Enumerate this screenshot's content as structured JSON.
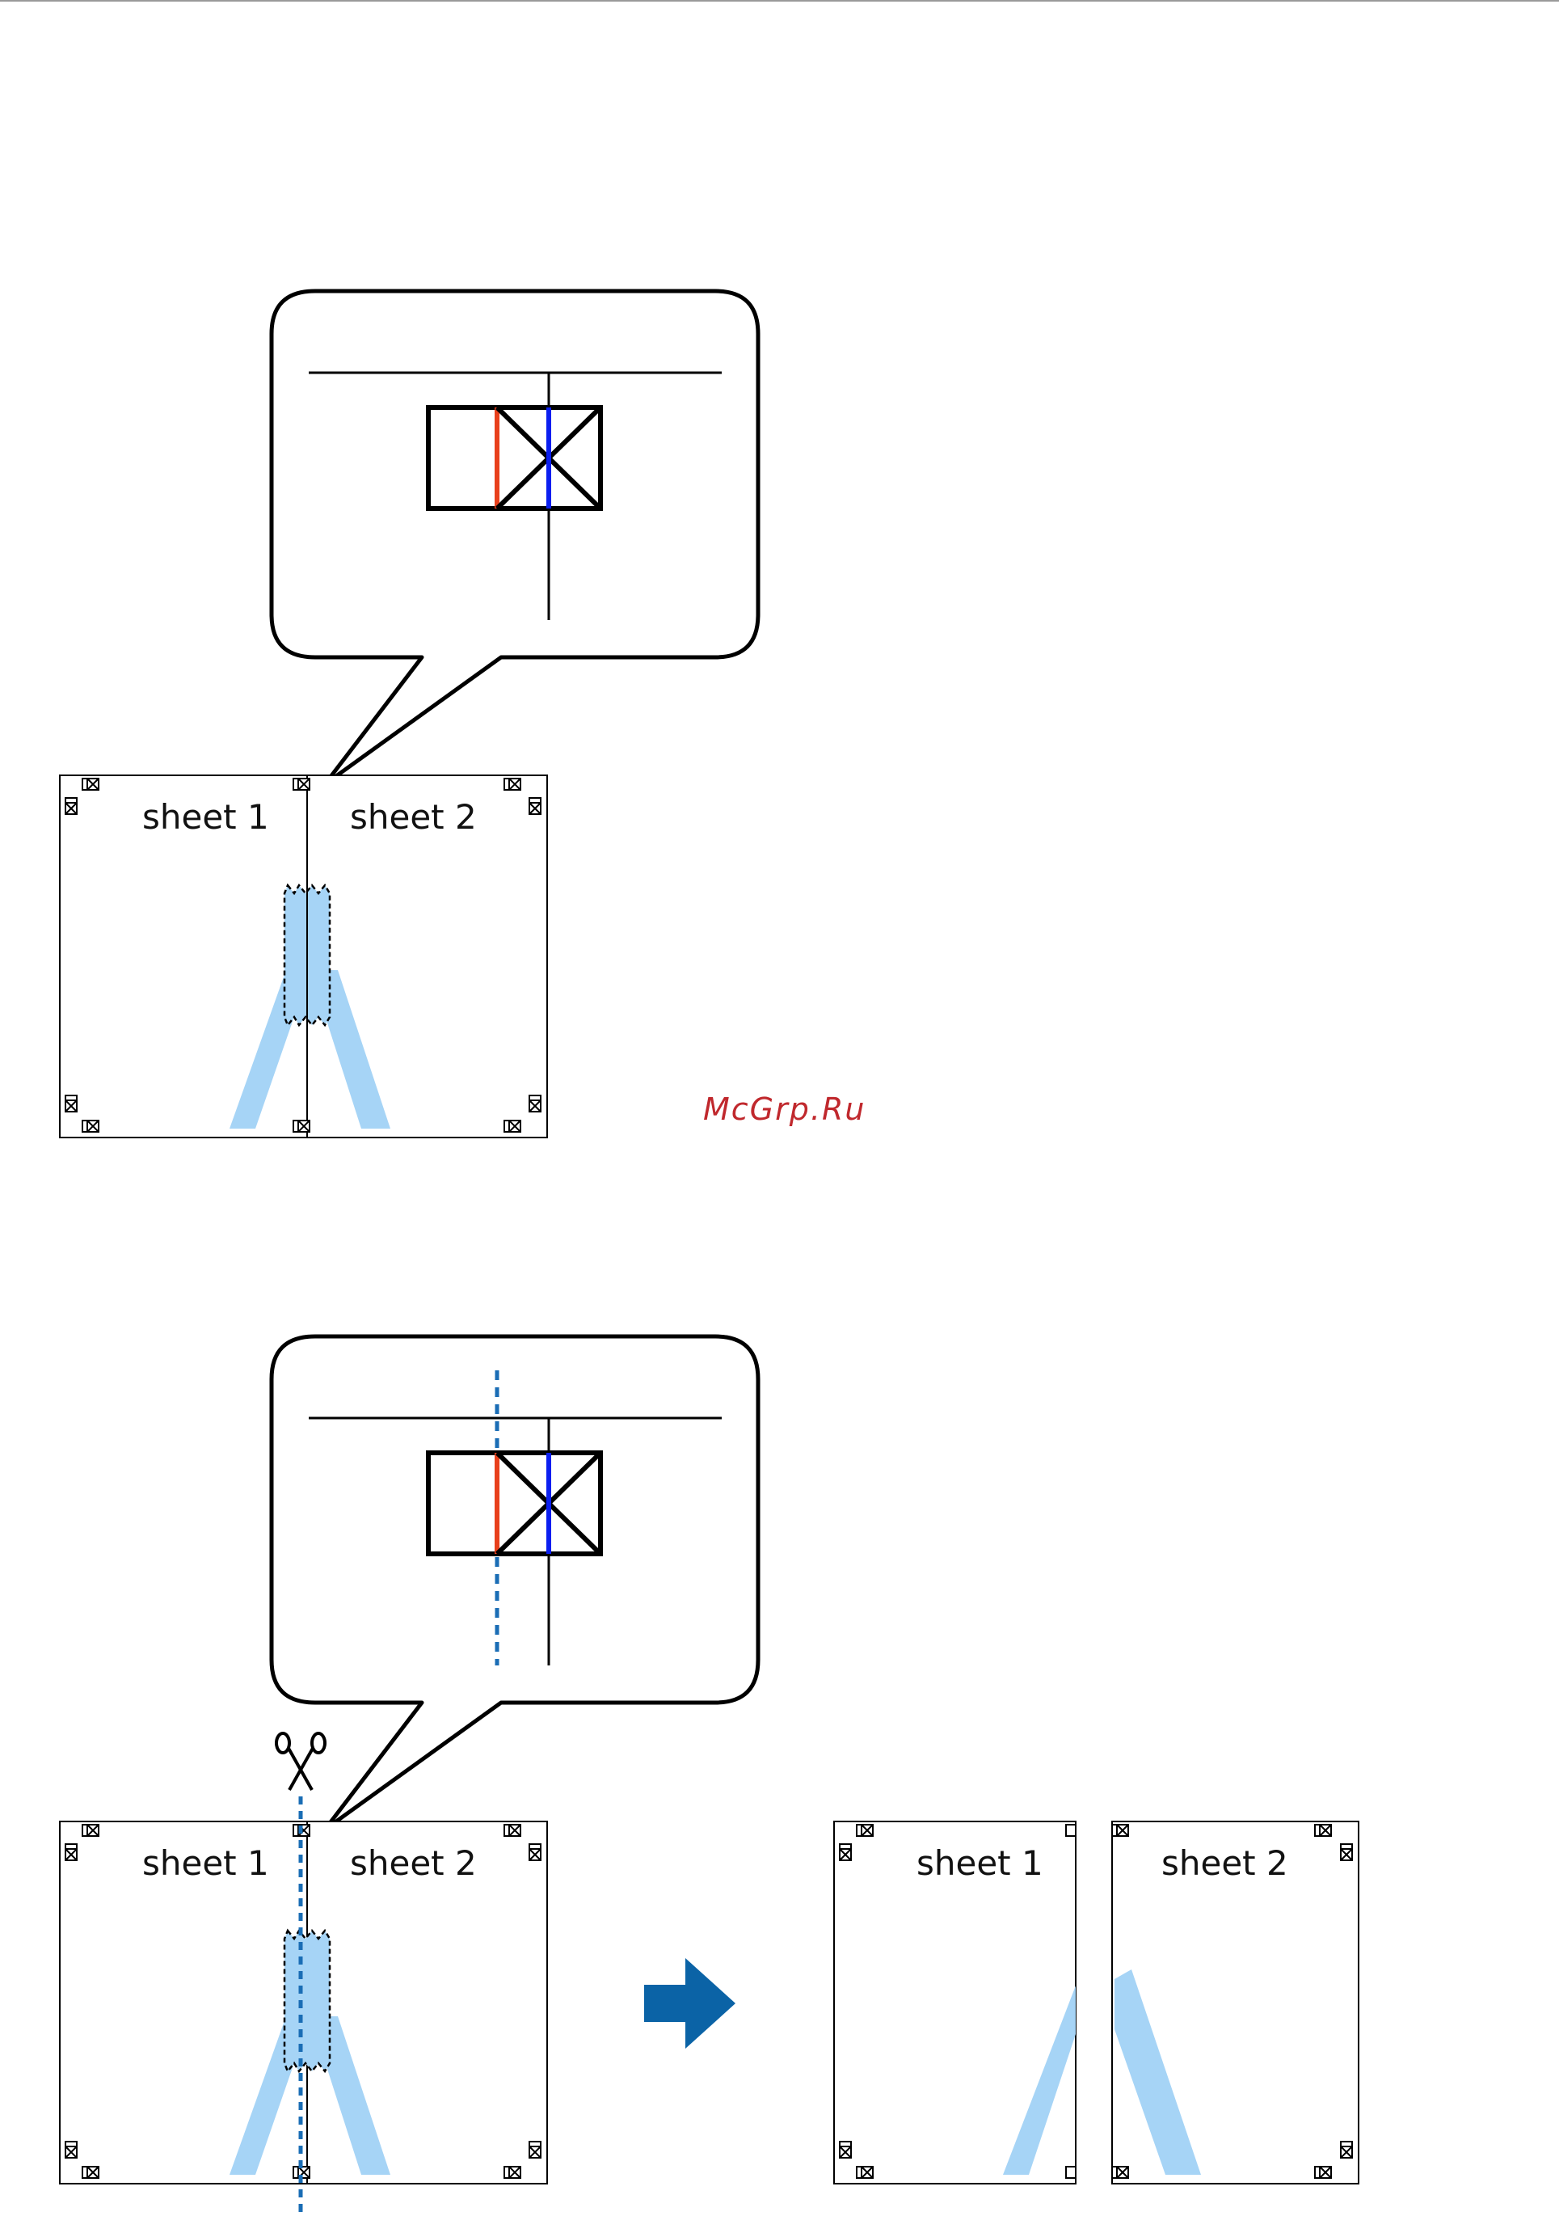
{
  "top_border_color": "#9a9a9a",
  "colors": {
    "line": "#000000",
    "red_mark": "#e8401c",
    "blue_mark": "#0a1ef0",
    "light_blue": "#a6d4f6",
    "cut_line": "#1a6db5",
    "arrow": "#0b63a6",
    "watermark": "#c0282d"
  },
  "watermark": "McGrp.Ru",
  "step1": {
    "sheet1_label": "sheet 1",
    "sheet2_label": "sheet 2"
  },
  "step2": {
    "sheet1_label": "sheet 1",
    "sheet2_label": "sheet 2",
    "scissors_icon": "scissors-icon",
    "arrow_icon": "right-arrow-icon"
  },
  "result": {
    "sheet1_label": "sheet 1",
    "sheet2_label": "sheet 2"
  }
}
